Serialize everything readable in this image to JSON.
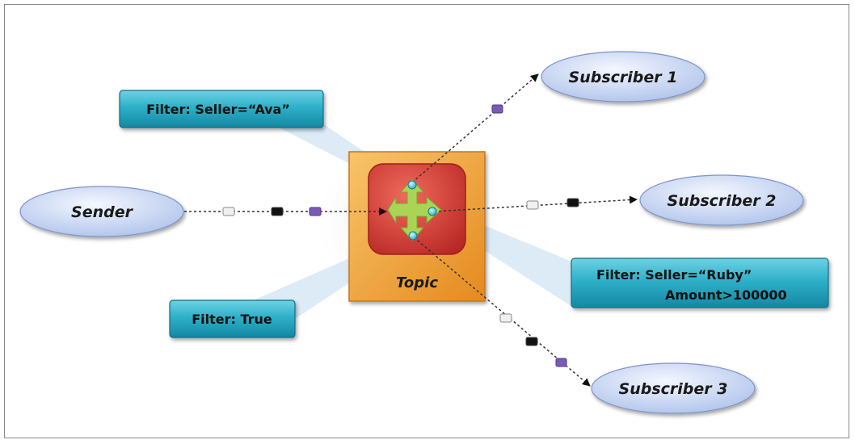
{
  "nodes": {
    "sender": "Sender",
    "subscriber_1": "Subscriber 1",
    "subscriber_2": "Subscriber 2",
    "subscriber_3": "Subscriber 3",
    "topic": "Topic"
  },
  "filters": {
    "filter_1": "Filter: Seller=“Ava”",
    "filter_2_line1": "Filter: Seller=“Ruby”",
    "filter_2_line2": "Amount>100000",
    "filter_3": "Filter: True"
  },
  "colors": {
    "ellipse_fill": "#c9d7f4",
    "filter_box": "#28a9c2",
    "topic_orange": "#f2a33a",
    "topic_red": "#d9423d",
    "arrow_green": "#a9d455",
    "message_white": "#f0f0f0",
    "message_black": "#111111",
    "message_purple": "#7a5ab5"
  }
}
